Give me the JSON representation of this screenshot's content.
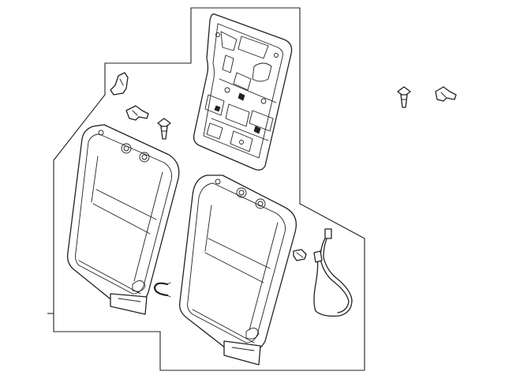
{
  "diagram": {
    "parts": [
      "group-boundary",
      "seat-back-frame",
      "trim-clip",
      "hook-clip-left",
      "push-pin-left",
      "push-pin-right",
      "hook-clip-right",
      "seat-back-cover-left",
      "seat-back-cover-right",
      "retaining-ring",
      "cable-connector",
      "release-cable"
    ]
  },
  "colors": {
    "line": "#222222",
    "background": "#ffffff"
  }
}
